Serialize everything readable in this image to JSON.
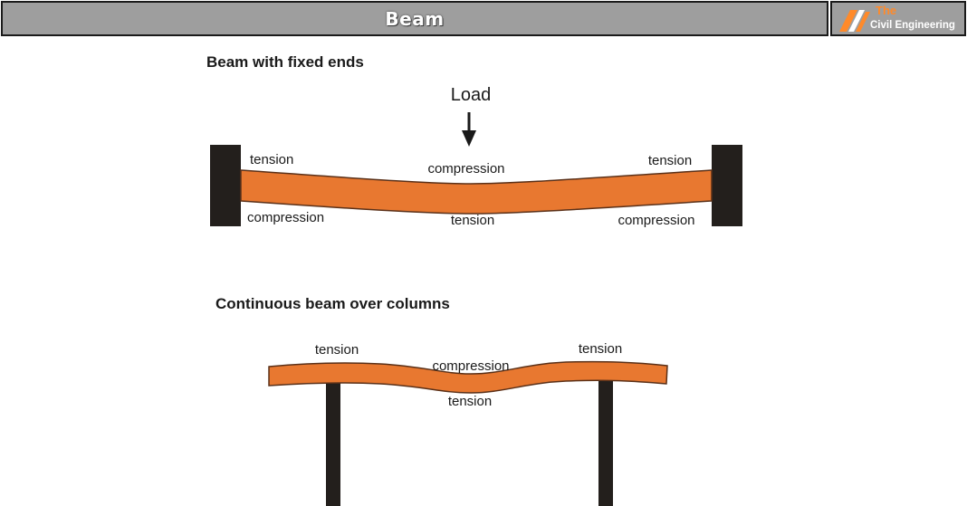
{
  "header": {
    "title": "Beam",
    "logo": {
      "line1": "The",
      "line2": "Civil Engineering",
      "icon": "striped-logo-icon"
    }
  },
  "fixed_beam": {
    "heading": "Beam with fixed ends",
    "load_label": "Load",
    "labels": {
      "top_left": "tension",
      "top_middle": "compression",
      "top_right": "tension",
      "bottom_left": "compression",
      "bottom_middle": "tension",
      "bottom_right": "compression"
    }
  },
  "continuous_beam": {
    "heading": "Continuous beam over columns",
    "labels": {
      "top_left": "tension",
      "top_middle": "compression",
      "top_right": "tension",
      "bottom_middle": "tension"
    }
  },
  "colors": {
    "beam": "#e87830",
    "beam_edge": "#5a3018",
    "support": "#231f1c",
    "header_bg": "#9e9e9e",
    "logo_accent": "#ff8a2a"
  }
}
